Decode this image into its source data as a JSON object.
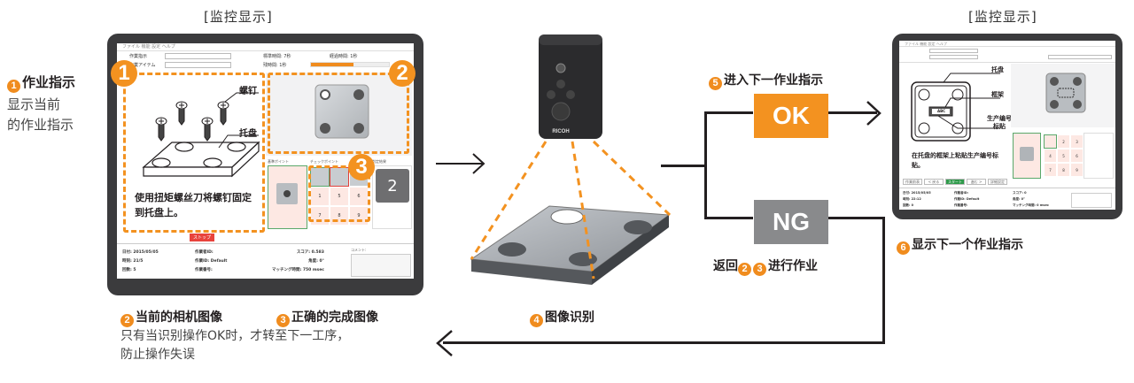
{
  "left_monitor": {
    "section_title": "[监控显示]",
    "menu": "ファイル  機能  設定  ヘルプ",
    "header": {
      "field1_label": "作業指示",
      "field2_label": "作業アイテム",
      "standard_time": "標準時間: 7秒",
      "elapsed_time": "経過時間: 1秒",
      "remaining_time": "残時間: 1秒",
      "progress": 0.55
    },
    "instruction": {
      "label_screw": "螺钉",
      "label_tray": "托盘",
      "text": "使用扭矩螺丝刀将螺钉固定到托盘上。"
    },
    "markers": [
      "1",
      "2",
      "3"
    ],
    "panels": {
      "reference_label": "基準ポイント",
      "check_label": "チェックポイント",
      "result_label": "判定結果",
      "grid_values": [
        "",
        "",
        "",
        "1",
        "5",
        "6",
        "7",
        "8",
        "9"
      ],
      "result_value": "2"
    },
    "stop_button": "ストップ",
    "info": {
      "col1": [
        "日付: 2015/05/05",
        "時刻: 21/5",
        "回数: 5"
      ],
      "col2": [
        "作業者ID:",
        "作業ID: Default",
        "作業番号:"
      ],
      "col3": [
        "スコア: 0.583",
        "角度: 0°",
        "マッチング時間: 750 msec"
      ],
      "comment_label": "コメント:"
    }
  },
  "left_annotation": {
    "title": "作业指示",
    "badge": "1",
    "lines": [
      "显示当前",
      "的作业指示"
    ]
  },
  "bottom_left": {
    "caption2_badge": "2",
    "caption2": "当前的相机图像",
    "caption3_badge": "3",
    "caption3": "正确的完成图像",
    "desc_lines": [
      "只有当识别操作OK时，才转至下一工序，",
      "防止操作失误"
    ]
  },
  "camera": {
    "brand": "RICOH",
    "caption_badge": "4",
    "caption": "图像识别"
  },
  "flow": {
    "ok_badge": "5",
    "ok_caption": "进入下一作业指示",
    "ok_label": "OK",
    "ng_label": "NG",
    "ng_caption_prefix": "返回",
    "ng_badges": [
      "2",
      "3"
    ],
    "ng_caption_suffix": "进行作业"
  },
  "right_monitor": {
    "section_title": "[监控显示]",
    "menu": "ファイル  機能  設定  ヘルプ",
    "instruction": {
      "label_tray": "托盘",
      "label_frame": "框架",
      "label_serial1": "生产编号",
      "label_serial2": "标贴",
      "tag_text": "ABC",
      "text": "在托盘的框架上粘贴生产编号标贴。"
    },
    "grid_values": [
      "",
      "2",
      "3",
      "4",
      "5",
      "6",
      "7",
      "8",
      "9"
    ],
    "buttons": [
      "作業前表",
      "< 戻る",
      "スタート",
      "進む >",
      "詳細設定"
    ],
    "info": {
      "col1": [
        "日付: 2015/05/05",
        "時刻: 22:12",
        "回数: 0"
      ],
      "col2": [
        "作業者ID:",
        "作業ID: Default",
        "作業番号:"
      ],
      "col3": [
        "スコア: 0",
        "角度: 0°",
        "マッチング時間: 0 msec"
      ],
      "comment_label": "コメント:"
    },
    "caption_badge": "6",
    "caption": "显示下一个作业指示"
  },
  "colors": {
    "accent_orange": "#f39220",
    "ng_gray": "#898a8c",
    "monitor_frame": "#3b3b3d"
  }
}
